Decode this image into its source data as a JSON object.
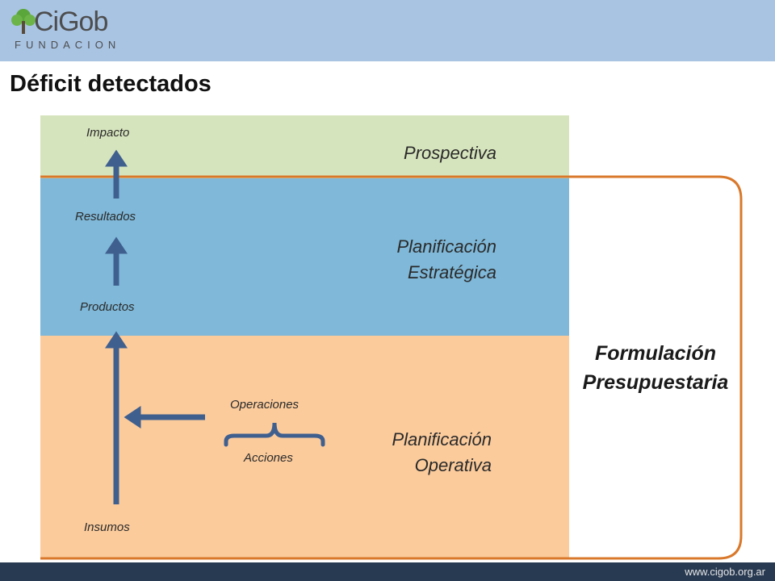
{
  "header": {
    "logo_word": "CiGob",
    "logo_sub": "FUNDACION"
  },
  "slide_title": "Déficit detectados",
  "levels": {
    "prospectiva": "Prospectiva",
    "estrategica_line1": "Planificación",
    "estrategica_line2": "Estratégica",
    "operativa_line1": "Planificación",
    "operativa_line2": "Operativa"
  },
  "chain": {
    "impacto": "Impacto",
    "resultados": "Resultados",
    "productos": "Productos",
    "insumos": "Insumos",
    "operaciones": "Operaciones",
    "acciones": "Acciones"
  },
  "formulacion": {
    "line1": "Formulación",
    "line2": "Presupuestaria"
  },
  "footer": {
    "url": "www.cigob.org.ar"
  },
  "colors": {
    "header": "#a9c4e3",
    "prospectiva_band": "#d6e4bd",
    "estrategica_band": "#7fb8d8",
    "operativa_band": "#fbcb9c",
    "arrow": "#3f5f8f",
    "outline": "#d9782a",
    "footer": "#283a52"
  }
}
